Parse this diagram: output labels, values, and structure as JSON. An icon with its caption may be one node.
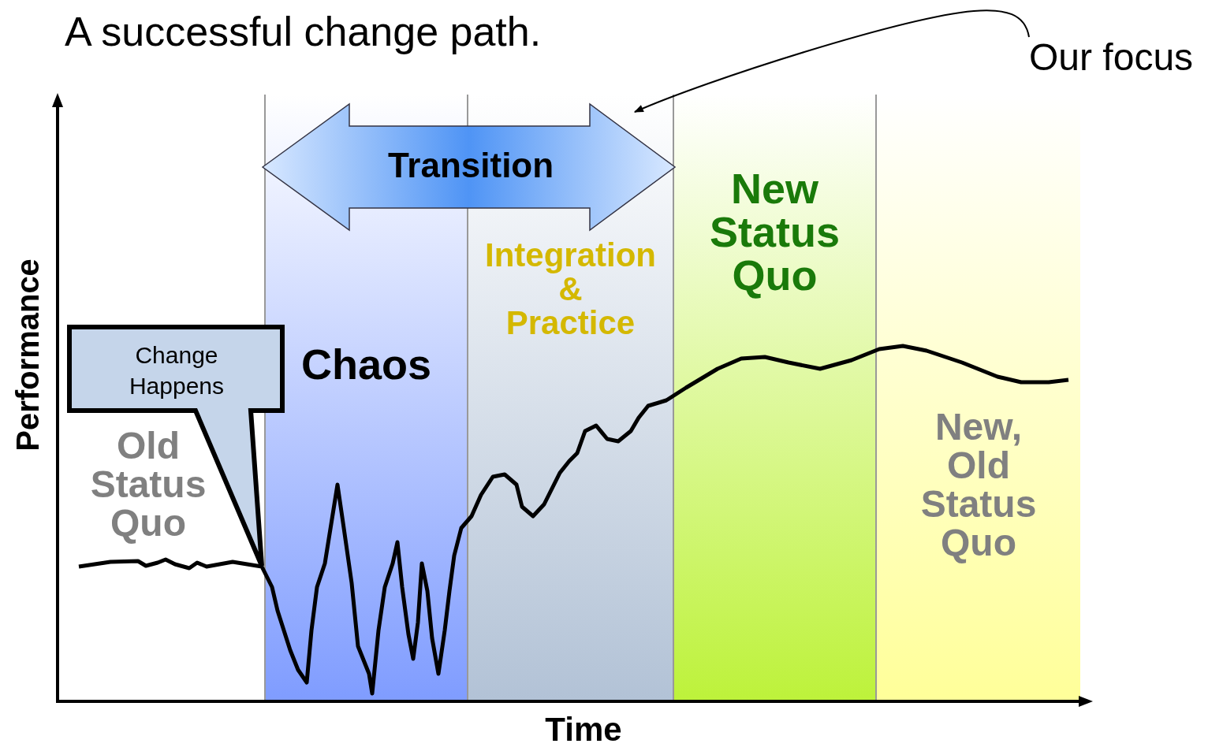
{
  "diagram": {
    "title": "A successful change path.",
    "nodes": [
      {
        "text": [
          "Transition"
        ]
      },
      {
        "text": [
          "Chaos"
        ]
      },
      {
        "text": [
          "Integration & Practice"
        ]
      },
      {
        "text": [
          "New Status Quo"
        ]
      },
      {
        "text": [
          "New, Old Status Quo"
        ]
      },
      {
        "text": [
          "Change Happens"
        ]
      },
      {
        "text": [
          "Our focus"
        ]
      }
    ],
    "edges": [
      {
        "from": 6,
        "to": 0,
        "arrow": "to"
      }
    ],
    "labels": [
      "Old Status Quo",
      "Performance",
      "Time"
    ]
  }
}
